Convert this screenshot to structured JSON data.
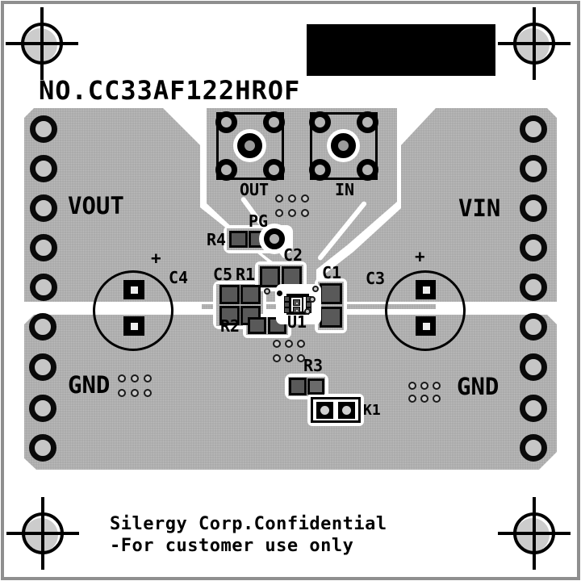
{
  "title": {
    "part_number_label": "NO.CC33AF122HROF"
  },
  "silkscreen": {
    "vout": "VOUT",
    "vin": "VIN",
    "gnd_left": "GND",
    "gnd_right": "GND",
    "out": "OUT",
    "in": "IN",
    "c4_plus": "+",
    "c3_plus": "+",
    "components": {
      "r4": "R4",
      "pg": "PG",
      "c2": "C2",
      "c5": "C5",
      "r1": "R1",
      "r2": "R2",
      "c1": "C1",
      "u1": "U1",
      "c4": "C4",
      "c3": "C3",
      "r3": "R3",
      "k1": "K1"
    }
  },
  "footer": {
    "line1": "Silergy Corp.Confidential",
    "line2": "-For customer use only"
  },
  "colors": {
    "copper": "#a7a7a7",
    "silkscreen": "#000000",
    "pad_fill": "#595959",
    "hole_fill": "#c6c6c6",
    "board_bg": "#ffffff",
    "label_block": "#000000",
    "frame": "#8f8f8f"
  }
}
